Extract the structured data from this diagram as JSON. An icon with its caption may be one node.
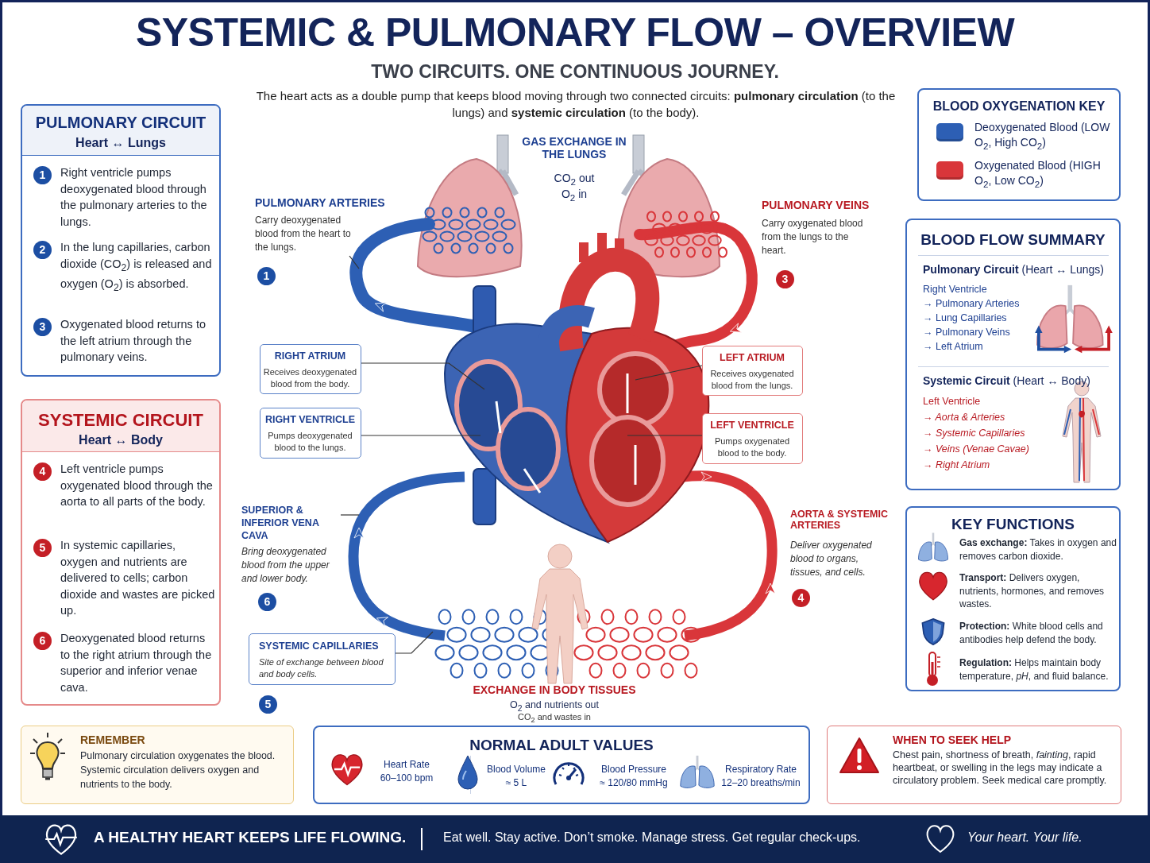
{
  "diagram": {
    "title": "SYSTEMIC & PULMONARY FLOW – OVERVIEW",
    "nodes": [
      {
        "text": [
          "PULMONARY CIRCUIT",
          "Heart ↔ Lungs",
          "1",
          "Right ventricle pumps deoxygenated blood through the pulmonary arteries to the lungs.",
          "2",
          "In the lung capillaries, carbon dioxide (CO$_{2}$) is released and oxygen (O$_{2}$) is absorbed.",
          "3",
          "Oxygenated blood returns to the left atrium through the pulmonary veins."
        ]
      },
      {
        "text": [
          "SYSTEMIC CIRCUIT",
          "Heart ↔ Body",
          "4",
          "Left ventricle pumps oxygenated blood through the aorta to all parts of the body.",
          "5",
          "In systemic capillaries, oxygen and nutrients are delivered to cells; carbon dioxide and wastes are picked up.",
          "6",
          "Deoxygenated blood returns to the right atrium through the superior and inferior venae cava."
        ]
      },
      {
        "text": [
          "PULMONARY ARTERIES",
          "Carry deoxygenated blood from the heart to the lungs."
        ]
      },
      {
        "text": [
          "RIGHT ATRIUM",
          "Receives deoxygenated blood from the body."
        ]
      },
      {
        "text": [
          "RIGHT VENTRICLE",
          "Pumps deoxygenated blood to the lungs."
        ]
      },
      {
        "text": [
          "LEFT ATRIUM",
          "Receives oxygenated blood from the lungs."
        ]
      },
      {
        "text": [
          "LEFT VENTRICLE",
          "Pumps oxygenated blood to the body."
        ]
      },
      {
        "text": [
          "SUPERIOR & INFERIOR VENA CAVA",
          "Bring deoxygenated blood from the upper and lower body."
        ]
      },
      {
        "text": [
          "SYSTEMIC CAPILLARIES",
          "Site of exchange between blood and body cells."
        ]
      },
      {
        "text": [
          "BLOOD OXYGENATION KEY"
        ]
      },
      {
        "text": [
          "BLOOD FLOW SUMMARY",
          "**Pulmonary Circuit** (Heart ↔ Lungs)",
          "Right Ventricle",
          "→ Pulmonary Arteries",
          "→ Lung Capillaries",
          "→ Pulmonary Veins",
          "→ Left Atrium",
          "**Systemic Circuit** (Heart ↔ Body)",
          "Left Ventricle",
          "→ Aorta & Arteries",
          "→ Systemic Capillaries",
          "→ Veins (Venae Cavae)",
          "→ Right Atrium"
        ]
      },
      {
        "text": [
          "KEY FUNCTIONS",
          "**Gas exchange:** Takes in oxygen and removes carbon dioxide.",
          "**Transport:** Delivers oxygen, nutrients, hormones, and removes wastes.",
          "**Protection:** White blood cells and antibodies help defend the body.",
          "**Regulation:** Helps maintain body temperature, *pH*, and fluid balance."
        ]
      },
      {
        "text": [
          "REMEMBER",
          "Pulmonary circulation oxygenates the blood. Systemic circulation delivers oxygen and nutrients to the body."
        ]
      },
      {
        "text": [
          "NORMAL ADULT VALUES",
          "Heart Rate",
          "60–100 bpm",
          "Blood Volume",
          "≈ 5 L",
          "Blood Pressure",
          "≈ 120/80 mmHg",
          "Respiratory Rate",
          "12–20 breaths/min"
        ]
      },
      {
        "text": [
          "WHEN TO SEEK HELP",
          "Chest pain, shortness of breath, *fainting*, rapid heartbeat, or swelling in the legs may indicate a circulatory problem. Seek medical care promptly."
        ]
      },
      {
        "text": [
          "A HEALTHY HEART KEEPS LIFE FLOWING.",
          "Eat well. Stay active. Don’t smoke. Manage stress. Get regular check-ups.",
          "Your heart. Your life."
        ]
      }
    ],
    "edges": [
      {
        "from": 2,
        "to": null,
        "arrow": "none"
      },
      {
        "from": 3,
        "to": null,
        "arrow": "none"
      },
      {
        "from": 4,
        "to": null,
        "arrow": "none"
      },
      {
        "from": 5,
        "to": null,
        "arrow": "none"
      },
      {
        "from": 6,
        "to": null,
        "arrow": "none"
      },
      {
        "from": 7,
        "to": null,
        "arrow": "none"
      },
      {
        "from": 8,
        "to": null,
        "arrow": "none"
      }
    ],
    "labels": [
      "TWO CIRCUITS. ONE CONTINUOUS JOURNEY.",
      "The heart acts as a double pump that keeps blood moving through two connected circuits: **pulmonary circulation** (to the lungs) and **systemic circulation** (to the body).",
      "GAS EXCHANGE IN THE LUNGS",
      "CO$_{2}$ out",
      "O$_{2}$ in",
      "PULMONARY VEINS",
      "Carry oxygenated blood from the lungs to the heart.",
      "1",
      "3",
      "AORTA & SYSTEMIC ARTERIES",
      "Deliver oxygenated blood to organs, tissues, and cells.",
      "6",
      "4",
      "5",
      "EXCHANGE IN BODY TISSUES",
      "O$_{2}$ and nutrients out",
      "CO$_{2}$ and wastes in"
    ],
    "legend": [
      {
        "text": "Deoxygenated Blood (LOW O$_{2}$, High CO$_{2}$)",
        "color": "#2d5fb4"
      },
      {
        "text": "Oxygenated Blood (HIGH O$_{2}$, Low CO$_{2}$)",
        "color": "#d9363a"
      }
    ]
  }
}
